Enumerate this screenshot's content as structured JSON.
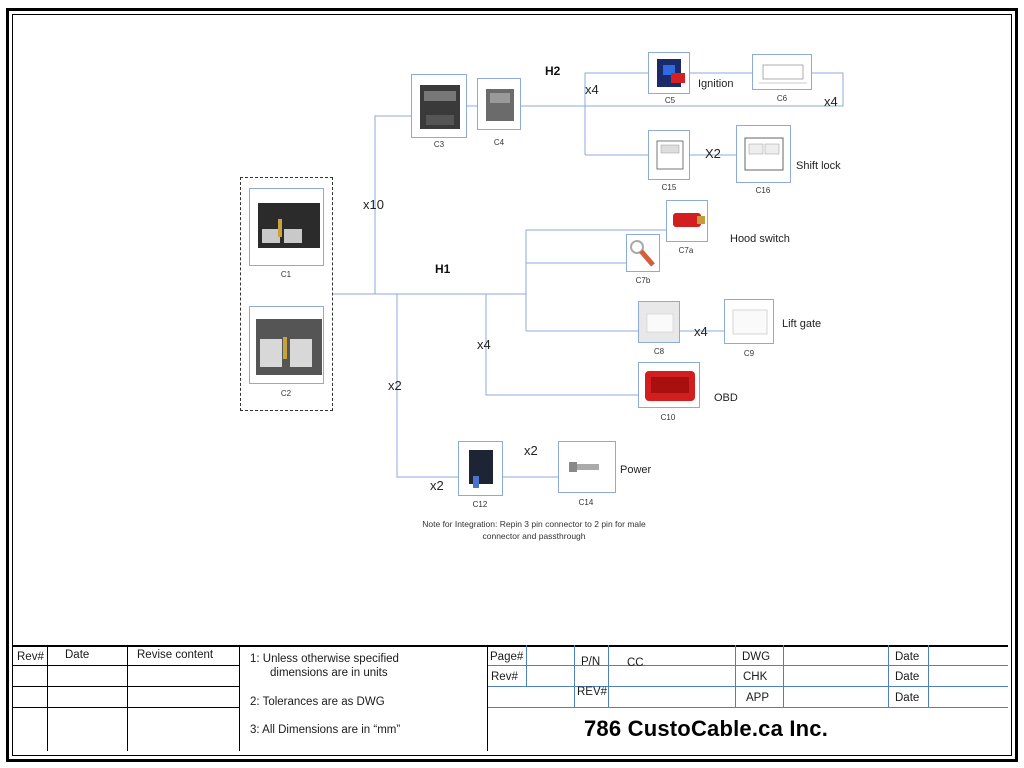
{
  "harnesses": {
    "h1": "H1",
    "h2": "H2"
  },
  "connectors": {
    "c1": "C1",
    "c2": "C2",
    "c3": "C3",
    "c4": "C4",
    "c5": "C5",
    "c6": "C6",
    "c15": "C15",
    "c16": "C16",
    "c7a": "C7a",
    "c7b": "C7b",
    "c8": "C8",
    "c9": "C9",
    "c10": "C10",
    "c12": "C12",
    "c14": "C14"
  },
  "labels": {
    "ignition": "Ignition",
    "shift_lock": "Shift lock",
    "hood_switch": "Hood switch",
    "lift_gate": "Lift gate",
    "obd": "OBD",
    "power": "Power"
  },
  "multipliers": {
    "m_x10": "x10",
    "m_h2_x4": "x4",
    "m_c6_x4": "x4",
    "m_c15_x2": "X2",
    "m_c8_x4": "x4",
    "m_h1_x4": "x4",
    "m_x2_vert": "x2",
    "m_c12_x2": "x2",
    "m_c14_x2": "x2"
  },
  "note": "Note for Integration: Repin 3 pin connector to 2 pin for male connector and passthrough",
  "title_block": {
    "rev_header": "Rev#",
    "date_header": "Date",
    "revise_header": "Revise content",
    "note1": "1:  Unless otherwise specified",
    "note1b": "dimensions are in units",
    "note2": "2:  Tolerances are as DWG",
    "note3": "3:   All Dimensions are in “mm”",
    "page": "Page#",
    "rev": "Rev#",
    "pn": "P/N",
    "pn_value": "CC",
    "rev2": "REV#",
    "dwg": "DWG",
    "chk": "CHK",
    "app": "APP",
    "date1": "Date",
    "date2": "Date",
    "date3": "Date",
    "company": "786 CustoCable.ca Inc."
  }
}
